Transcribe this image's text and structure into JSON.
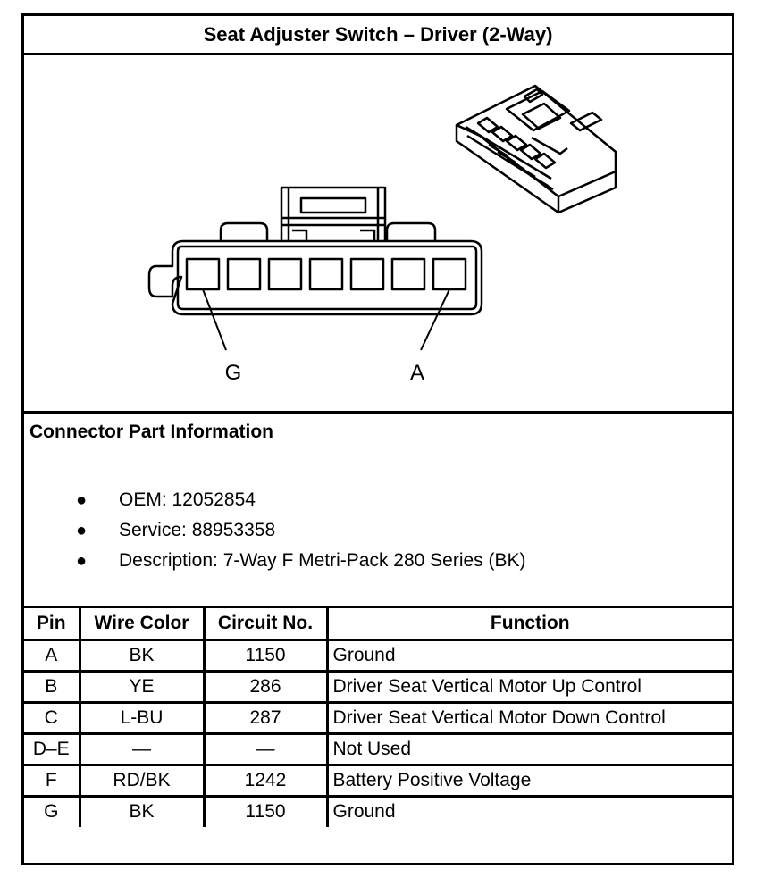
{
  "title": "Seat Adjuster Switch – Driver (2-Way)",
  "diagram": {
    "label_left": "G",
    "label_right": "A"
  },
  "connector_info": {
    "heading": "Connector Part Information",
    "items": [
      "OEM: 12052854",
      "Service: 88953358",
      "Description: 7-Way F Metri-Pack 280 Series (BK)"
    ]
  },
  "pin_table": {
    "headers": [
      "Pin",
      "Wire Color",
      "Circuit No.",
      "Function"
    ],
    "rows": [
      [
        "A",
        "BK",
        "1150",
        "Ground"
      ],
      [
        "B",
        "YE",
        "286",
        "Driver Seat Vertical Motor Up Control"
      ],
      [
        "C",
        "L-BU",
        "287",
        "Driver Seat Vertical Motor Down Control"
      ],
      [
        "D–E",
        "—",
        "—",
        "Not Used"
      ],
      [
        "F",
        "RD/BK",
        "1242",
        "Battery Positive Voltage"
      ],
      [
        "G",
        "BK",
        "1150",
        "Ground"
      ]
    ]
  }
}
